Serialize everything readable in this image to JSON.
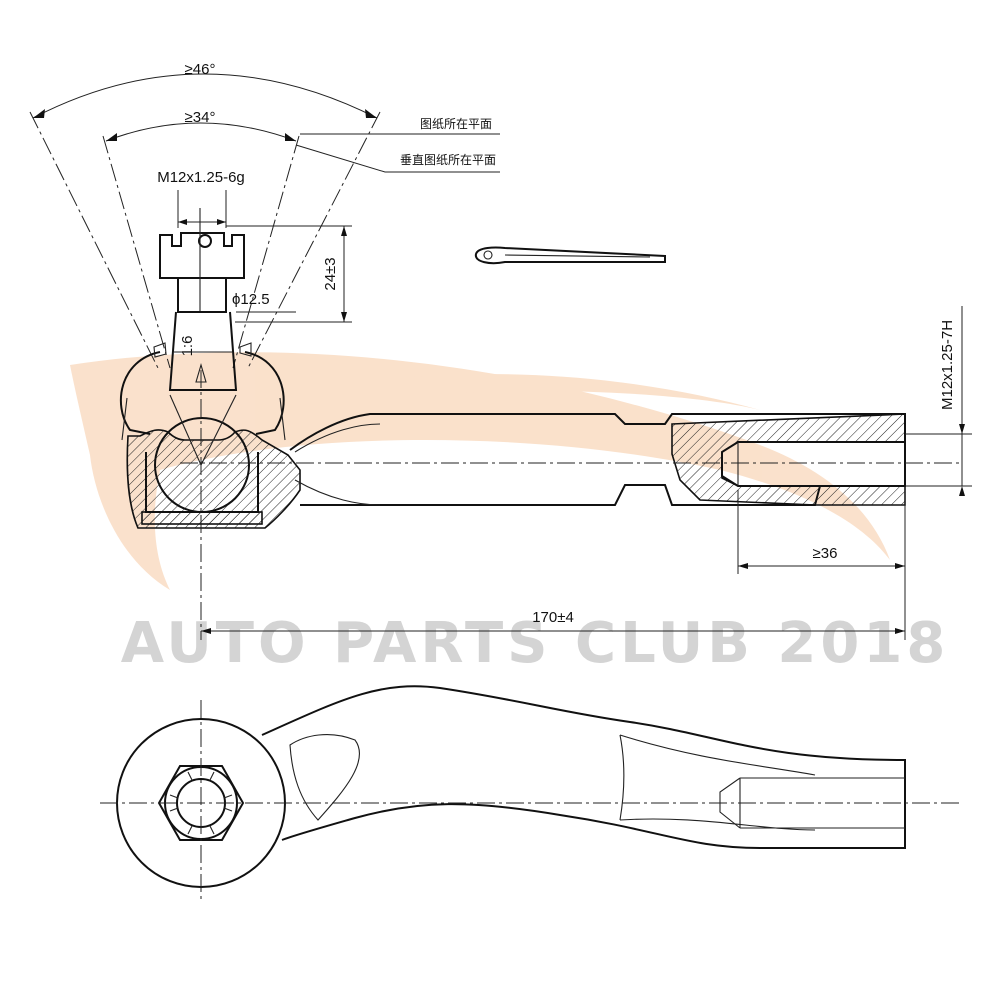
{
  "dimensions": {
    "outer_angle": "≥46°",
    "inner_angle": "≥34°",
    "stud_thread": "M12x1.25-6g",
    "stud_length": "24±3",
    "stud_diameter": "ϕ12.5",
    "taper": "1:6",
    "inner_thread": "M12x1.25-7H",
    "thread_depth": "≥36",
    "overall_length": "170±4"
  },
  "callouts": {
    "drawing_plane": "图纸所在平面",
    "perpendicular_plane": "垂直图纸所在平面"
  },
  "watermark": {
    "text": "AUTO PARTS CLUB 2018",
    "logo_color": "#f6c9a2"
  }
}
